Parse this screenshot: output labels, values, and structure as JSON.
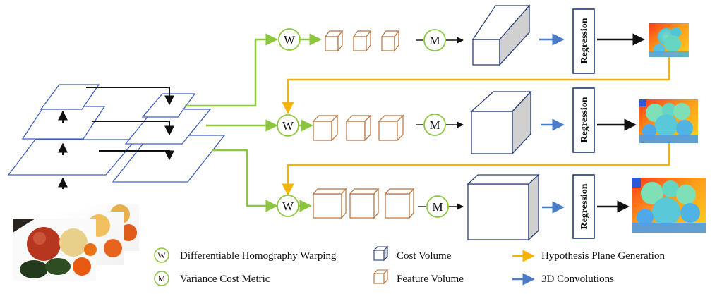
{
  "operators": {
    "warp": "W",
    "metric": "M"
  },
  "regression_label": "Regression",
  "legend": {
    "warping": "Differentiable Homography Warping",
    "variance": "Variance Cost Metric",
    "cost_volume": "Cost Volume",
    "feature_volume": "Feature Volume",
    "hypothesis": "Hypothesis Plane Generation",
    "conv3d": "3D Convolutions"
  },
  "colors": {
    "feature_pyramid": "#3f5fbf",
    "warp_path": "#8cc63f",
    "hypothesis_path": "#f5b400",
    "conv3d_arrow": "#4a7cc7",
    "feature_volume": "#b8703a",
    "cost_volume": "#2a3f7a",
    "regression_box": "#1f3a70"
  }
}
